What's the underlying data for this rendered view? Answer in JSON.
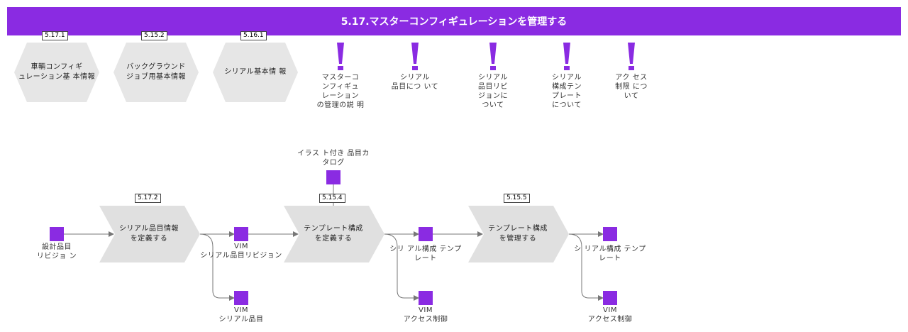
{
  "header": {
    "title": "5.17.マスターコンフィギュレーションを管理する"
  },
  "top_processes": [
    {
      "tag": "5.17.1",
      "label": "車輛コンフィギ\nュレーション基 本情報"
    },
    {
      "tag": "5.15.2",
      "label": "バックグラウンド\nジョブ用基本情報"
    },
    {
      "tag": "5.16.1",
      "label": "シリアル基本情 報"
    }
  ],
  "notes": [
    {
      "label": "マスターコ\nンフィギュ\nレーション\nの管理の説 明"
    },
    {
      "label": "シリアル\n品目につ いて"
    },
    {
      "label": "シリアル\n品目リビ\nジョンに\nついて"
    },
    {
      "label": "シリアル\n構成テン\nプレート\nについて"
    },
    {
      "label": "アク セス\n制限 につ\nいて"
    }
  ],
  "flow": {
    "start": {
      "label": "設計品目\nリビジョ ン"
    },
    "steps": [
      {
        "tag": "5.17.2",
        "label": "シリアル品目情報\nを定義する"
      },
      {
        "tag": "5.15.4",
        "label": "テンプレート構成\nを定義する"
      },
      {
        "tag": "5.15.5",
        "label": "テンプレート構成\nを管理する"
      }
    ],
    "catalog": {
      "label": "イラス ト付き 品目カ\nタログ"
    },
    "outputs": [
      {
        "vim": "VIM",
        "label": "シリアル品目リビジョン"
      },
      {
        "vim": "",
        "label": "シリ アル構成 テンプ\nレート"
      },
      {
        "vim": "",
        "label": "シ リアル構成 テンプ\nレート"
      }
    ],
    "lower_outputs": [
      {
        "vim": "VIM",
        "label": "シリアル品目"
      },
      {
        "vim": "VIM",
        "label": "アクセス制御"
      },
      {
        "vim": "VIM",
        "label": "アクセス制御"
      }
    ]
  },
  "colors": {
    "accent": "#8a2be2",
    "shape_fill": "#e6e6e6",
    "connector": "#777777"
  }
}
